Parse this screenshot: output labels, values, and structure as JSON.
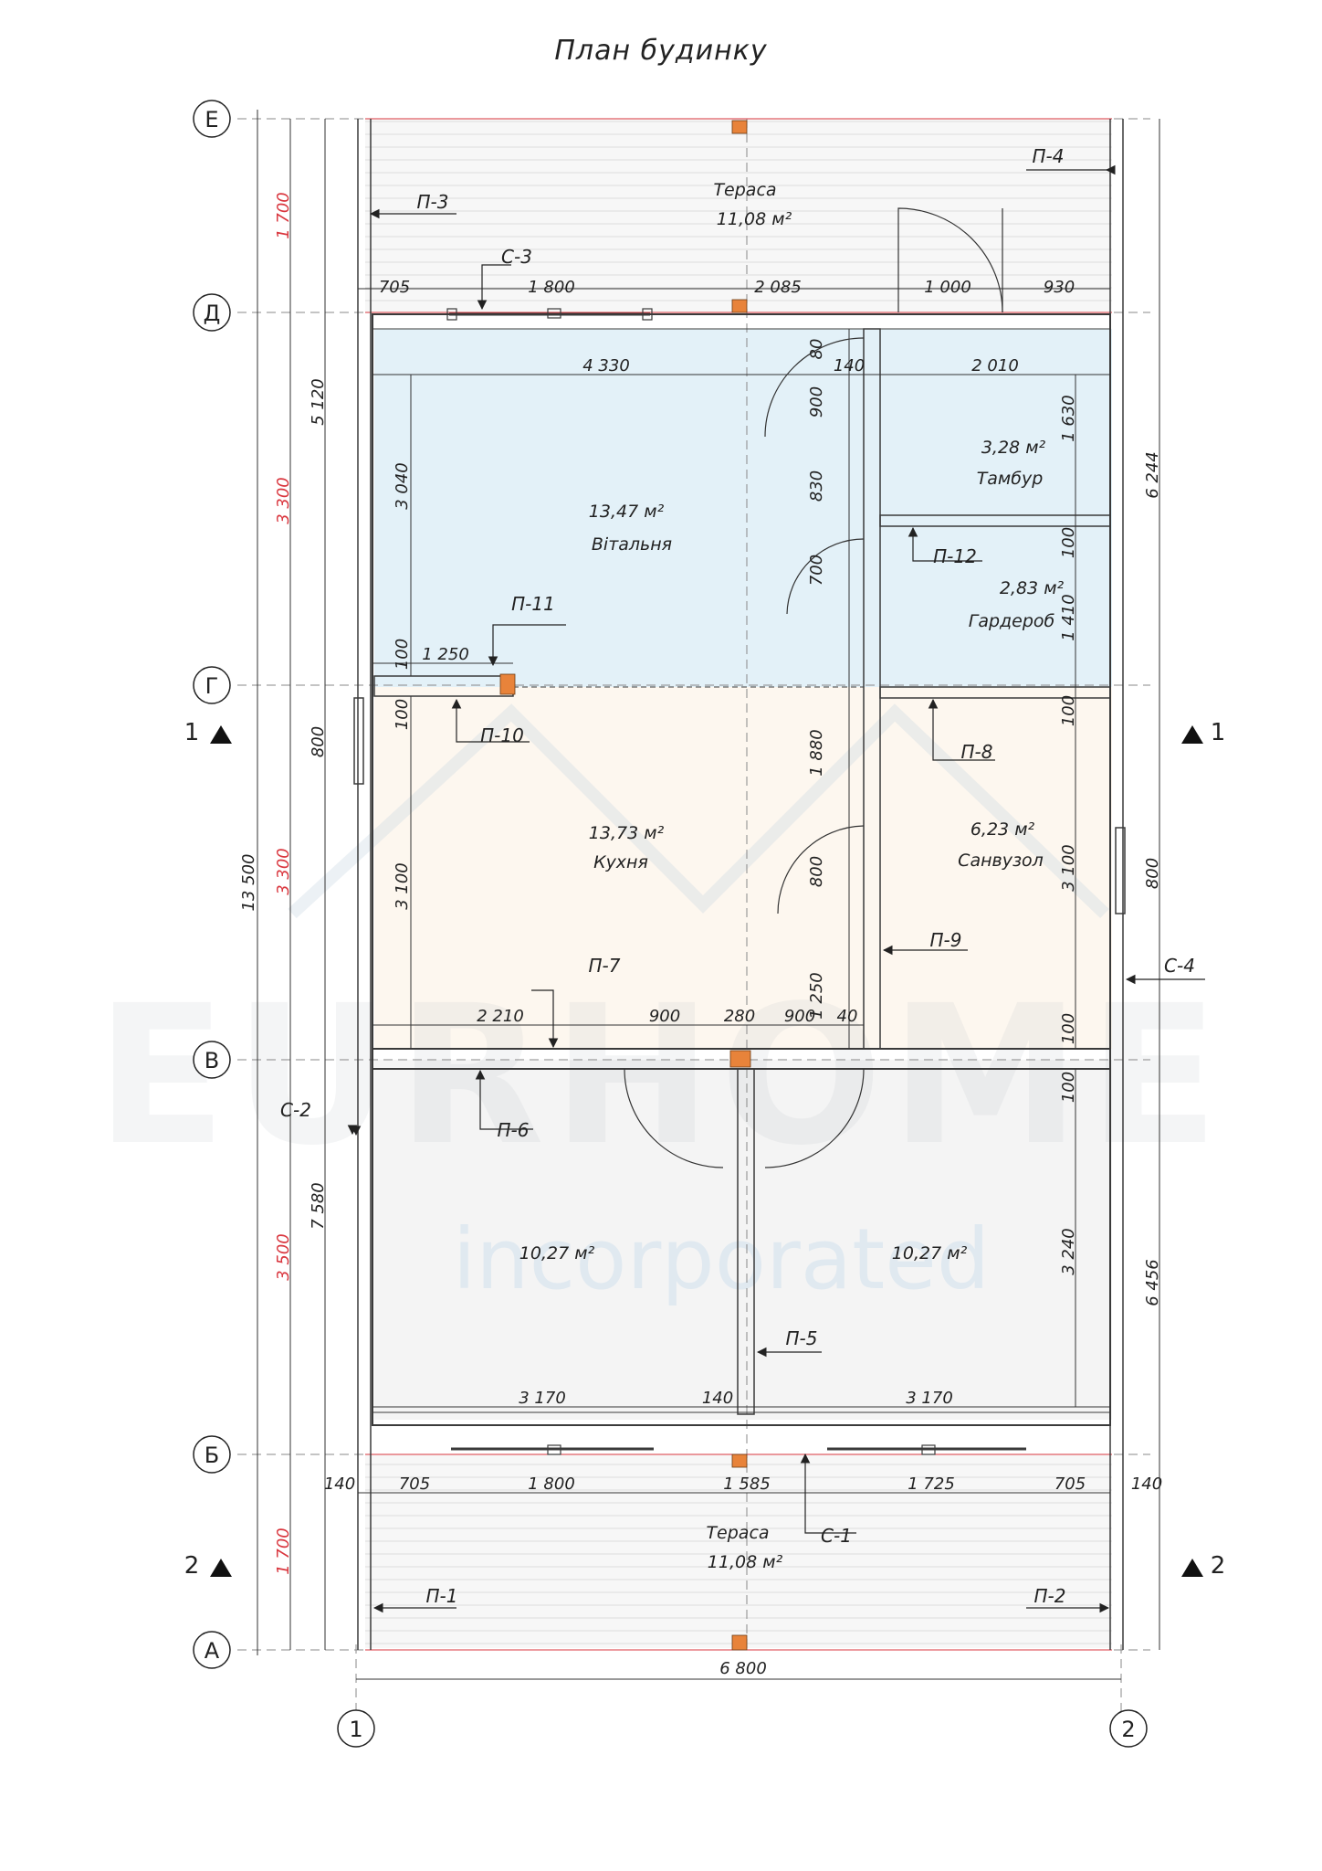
{
  "title": "План будинку",
  "watermark": {
    "brand": "EURHOME",
    "sub": "incorporated"
  },
  "axes": {
    "rows": [
      "Е",
      "Д",
      "Г",
      "В",
      "Б",
      "А"
    ],
    "cols": [
      "1",
      "2"
    ]
  },
  "sections": {
    "s1_left": "1",
    "s1_right": "1",
    "s2_left": "2",
    "s2_right": "2"
  },
  "rooms": {
    "terrace_top": {
      "name": "Тераса",
      "area": "11,08 м²"
    },
    "living": {
      "name": "Вітальня",
      "area": "13,47 м²"
    },
    "vestibule": {
      "name": "Тамбур",
      "area": "3,28 м²"
    },
    "wardrobe": {
      "name": "Гардероб",
      "area": "2,83 м²"
    },
    "kitchen": {
      "name": "Кухня",
      "area": "13,73 м²"
    },
    "bathroom": {
      "name": "Санвузол",
      "area": "6,23 м²"
    },
    "bedroom_left": {
      "area": "10,27 м²"
    },
    "bedroom_right": {
      "area": "10,27 м²"
    },
    "terrace_bottom": {
      "name": "Тераса",
      "area": "11,08 м²"
    }
  },
  "markers": {
    "p1": "П-1",
    "p2": "П-2",
    "p3": "П-3",
    "p4": "П-4",
    "p5": "П-5",
    "p6": "П-6",
    "p7": "П-7",
    "p8": "П-8",
    "p9": "П-9",
    "p10": "П-10",
    "p11": "П-11",
    "p12": "П-12",
    "c1": "С-1",
    "c2": "С-2",
    "c3": "С-3",
    "c4": "С-4"
  },
  "dims": {
    "left_red": [
      "1 700",
      "3 300",
      "3 300",
      "3 500",
      "1 700"
    ],
    "left_black": [
      "5 120",
      "800",
      "7 580"
    ],
    "overall_left": "13 500",
    "right": [
      "6 244",
      "800",
      "6 456"
    ],
    "bottom_total": "6 800",
    "top_row": [
      "705",
      "1 800",
      "2 085",
      "1 000",
      "930"
    ],
    "bottom_row": [
      "140",
      "705",
      "1 800",
      "1 585",
      "1 725",
      "705",
      "140"
    ],
    "living_width": "4 330",
    "living_height": "3 040",
    "hall": [
      "80",
      "140",
      "900",
      "830",
      "700"
    ],
    "vestibule_width": "2 010",
    "vestibule_height": "1 630",
    "wardrobe": [
      "100",
      "1 410"
    ],
    "partition_left": [
      "100",
      "1 250",
      "100"
    ],
    "kitchen": [
      "1 880",
      "800",
      "1 250",
      "3 100"
    ],
    "bath": [
      "100",
      "3 100"
    ],
    "wall_row": [
      "2 210",
      "900",
      "280",
      "900",
      "40",
      "100"
    ],
    "bedroom": [
      "100",
      "3 240",
      "3 170",
      "140",
      "3 170"
    ]
  },
  "colors": {
    "living_fill": "#e3f1f8",
    "kitchen_fill": "#fdf7ef",
    "bedroom_fill": "#f4f4f4",
    "terrace_fill": "#f7f7f7",
    "red_line": "#d9363e",
    "wall": "#3a3a3a",
    "post": "#e8833a"
  }
}
